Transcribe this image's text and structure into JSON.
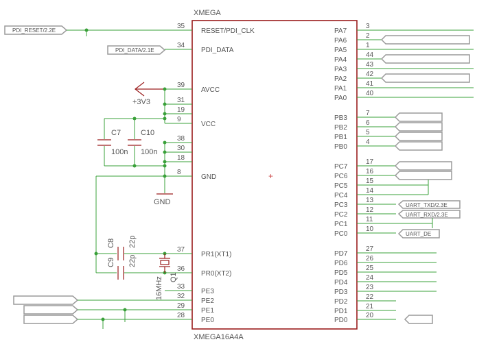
{
  "chip": {
    "title": "XMEGA",
    "part": "XMEGA16A4A",
    "left_pins": [
      {
        "num": "35",
        "name": "RESET/PDI_CLK"
      },
      {
        "num": "34",
        "name": "PDI_DATA"
      },
      {
        "num": "39",
        "name": "AVCC"
      },
      {
        "num": "31",
        "name": ""
      },
      {
        "num": "19",
        "name": ""
      },
      {
        "num": "9",
        "name": "VCC"
      },
      {
        "num": "38",
        "name": ""
      },
      {
        "num": "30",
        "name": ""
      },
      {
        "num": "18",
        "name": ""
      },
      {
        "num": "8",
        "name": "GND"
      },
      {
        "num": "37",
        "name": "PR1(XT1)"
      },
      {
        "num": "36",
        "name": "PR0(XT2)"
      },
      {
        "num": "33",
        "name": "PE3"
      },
      {
        "num": "32",
        "name": "PE2"
      },
      {
        "num": "29",
        "name": "PE1"
      },
      {
        "num": "28",
        "name": "PE0"
      }
    ],
    "right_pins": [
      {
        "num": "3",
        "name": "PA7"
      },
      {
        "num": "2",
        "name": "PA6"
      },
      {
        "num": "1",
        "name": "PA5"
      },
      {
        "num": "44",
        "name": "PA4"
      },
      {
        "num": "43",
        "name": "PA3"
      },
      {
        "num": "42",
        "name": "PA2"
      },
      {
        "num": "41",
        "name": "PA1"
      },
      {
        "num": "40",
        "name": "PA0"
      },
      {
        "num": "7",
        "name": "PB3"
      },
      {
        "num": "6",
        "name": "PB2"
      },
      {
        "num": "5",
        "name": "PB1"
      },
      {
        "num": "4",
        "name": "PB0"
      },
      {
        "num": "17",
        "name": "PC7"
      },
      {
        "num": "16",
        "name": "PC6"
      },
      {
        "num": "15",
        "name": "PC5"
      },
      {
        "num": "14",
        "name": "PC4"
      },
      {
        "num": "13",
        "name": "PC3"
      },
      {
        "num": "12",
        "name": "PC2"
      },
      {
        "num": "11",
        "name": "PC1"
      },
      {
        "num": "10",
        "name": "PC0"
      },
      {
        "num": "27",
        "name": "PD7"
      },
      {
        "num": "26",
        "name": "PD6"
      },
      {
        "num": "25",
        "name": "PD5"
      },
      {
        "num": "24",
        "name": "PD4"
      },
      {
        "num": "23",
        "name": "PD3"
      },
      {
        "num": "22",
        "name": "PD2"
      },
      {
        "num": "21",
        "name": "PD1"
      },
      {
        "num": "20",
        "name": "PD0"
      }
    ]
  },
  "net_flags": {
    "pdi_reset": "PDI_RESET/2.2E",
    "pdi_data": "PDI_DATA/2.1E",
    "uart_txd": "UART_TXD/2.3E",
    "uart_rxd": "UART_RXD/2.3E",
    "uart_de": "UART_DE"
  },
  "parts": {
    "supply": "+3V3",
    "gnd": "GND",
    "c7_name": "C7",
    "c7_value": "100n",
    "c10_name": "C10",
    "c10_value": "100n",
    "c8_name": "C8",
    "c8_value": "22p",
    "c9_name": "C9",
    "c9_value": "22p",
    "q1_name": "Q1",
    "q1_value": "16MHz"
  },
  "colors": {
    "wire": "#39a039",
    "symbol": "#9a1c1c",
    "text": "#555555",
    "port_outline": "#9a9a9a"
  }
}
